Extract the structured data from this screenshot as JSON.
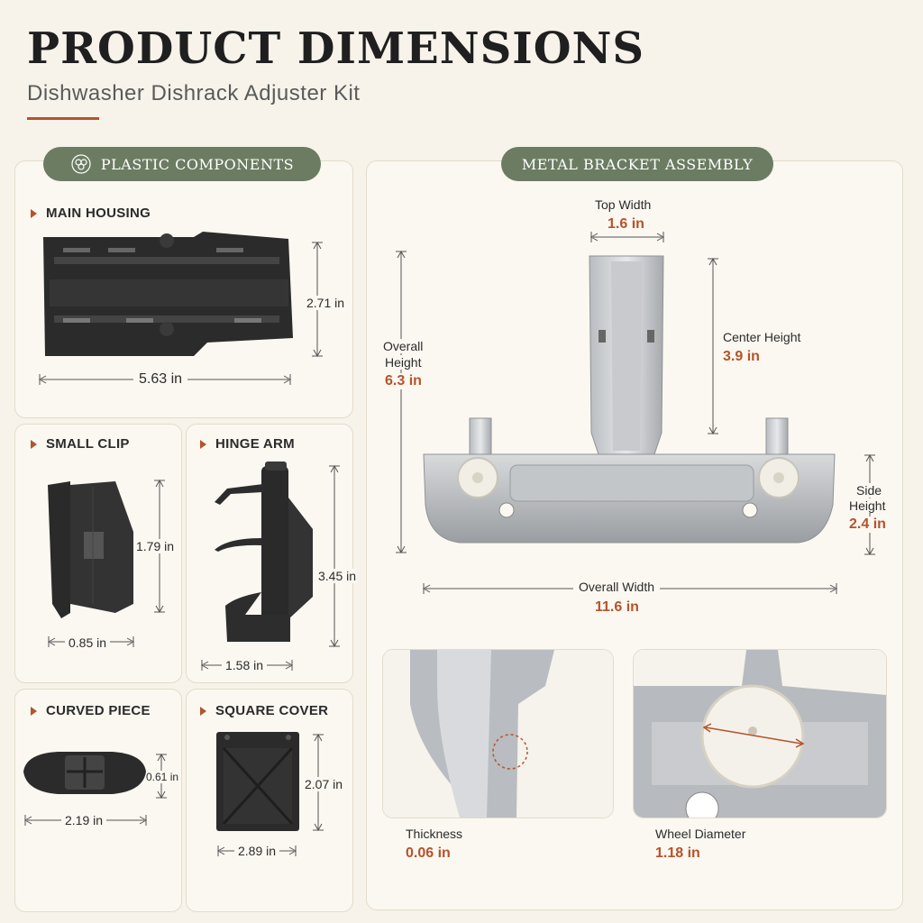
{
  "header": {
    "title": "PRODUCT DIMENSIONS",
    "subtitle": "Dishwasher Dishrack Adjuster Kit"
  },
  "plastic": {
    "section_title": "PLASTIC COMPONENTS",
    "main_housing": {
      "label": "MAIN HOUSING",
      "height": "2.71 in",
      "width": "5.63 in"
    },
    "small_clip": {
      "label": "SMALL CLIP",
      "height": "1.79 in",
      "width": "0.85 in"
    },
    "hinge_arm": {
      "label": "HINGE ARM",
      "height": "3.45 in",
      "width": "1.58 in"
    },
    "curved_piece": {
      "label": "CURVED PIECE",
      "height": "0.61 in",
      "width": "2.19 in"
    },
    "square_cover": {
      "label": "SQUARE COVER",
      "height": "2.07 in",
      "width": "2.89 in"
    }
  },
  "metal": {
    "section_title": "METAL BRACKET ASSEMBLY",
    "top_width": {
      "label": "Top Width",
      "value": "1.6 in"
    },
    "center_height": {
      "label": "Center Height",
      "value": "3.9 in"
    },
    "overall_height": {
      "label_line1": "Overall",
      "label_line2": "Height",
      "value": "6.3 in"
    },
    "side_height": {
      "label_line1": "Side",
      "label_line2": "Height",
      "value": "2.4 in"
    },
    "overall_width": {
      "label": "Overall Width",
      "value": "11.6 in"
    },
    "thickness": {
      "label": "Thickness",
      "value": "0.06 in"
    },
    "wheel_diameter": {
      "label": "Wheel Diameter",
      "value": "1.18 in"
    }
  },
  "colors": {
    "accent": "#b5532b",
    "pill": "#6c7c62",
    "background": "#f7f3ea"
  }
}
